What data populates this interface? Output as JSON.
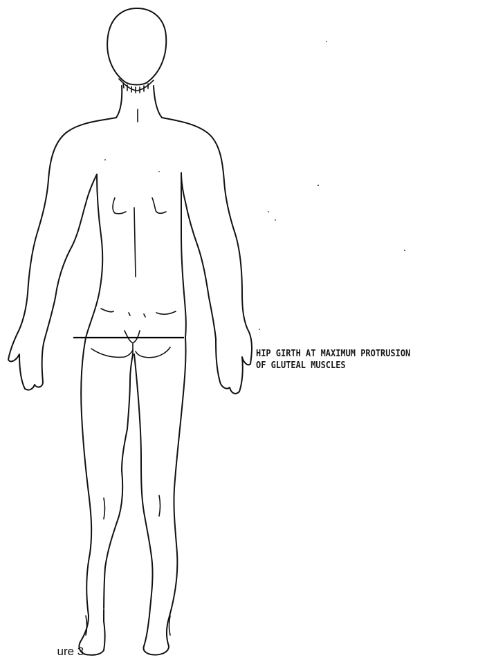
{
  "figure": {
    "annotation_lines": [
      "HIP GIRTH AT MAXIMUM PROTRUSION",
      "OF GLUTEAL MUSCLES"
    ],
    "caption": "ure 3."
  },
  "colors": {
    "background": "#ffffff",
    "ink": "#111111"
  }
}
